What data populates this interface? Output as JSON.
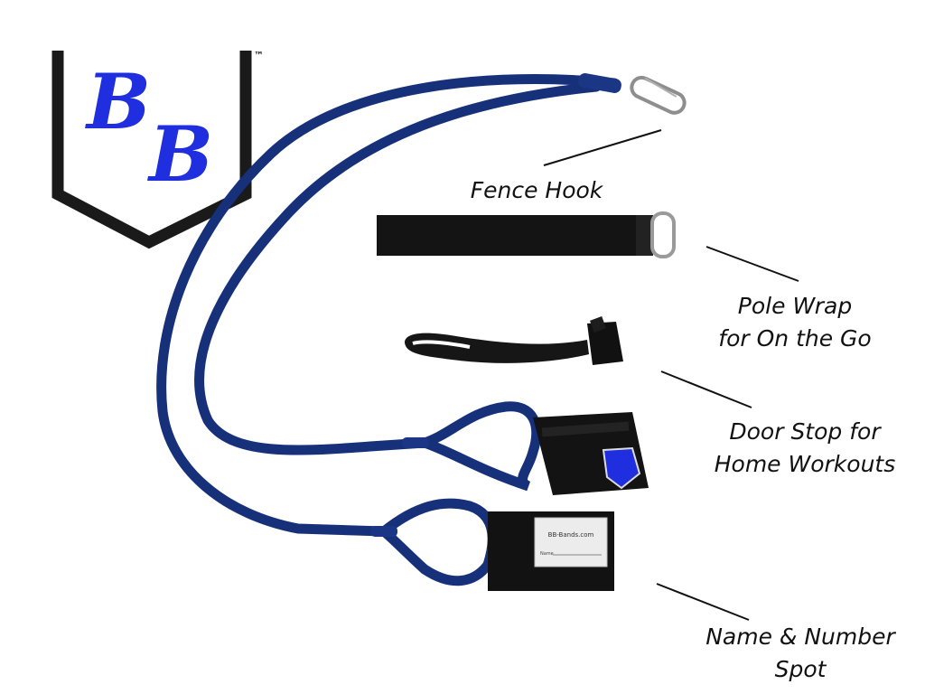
{
  "logo": {
    "letters": "BB",
    "trademark": "™",
    "outline_color": "#1a1a1a",
    "letter_color": "#1f2fe0"
  },
  "product": {
    "band_color": "#17307a",
    "strap_color": "#141414",
    "tag_text": "BB-Bands.com",
    "tag_field": "Name"
  },
  "labels": {
    "fence_hook": "Fence Hook",
    "pole_wrap_1": "Pole Wrap",
    "pole_wrap_2": "for On the Go",
    "door_stop_1": "Door Stop for",
    "door_stop_2": "Home Workouts",
    "name_spot_1": "Name & Number",
    "name_spot_2": "Spot"
  }
}
